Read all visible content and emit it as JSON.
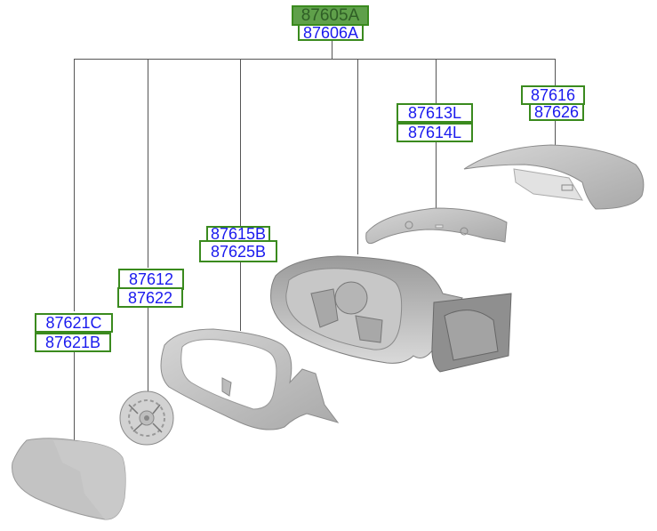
{
  "diagram": {
    "type": "exploded-parts-diagram",
    "subject": "Outside rear view mirror assembly",
    "colors": {
      "label_border": "#3a8a1e",
      "label_text": "#1a1aee",
      "highlight_fill": "#5fa04a",
      "highlight_text": "#2f5e26",
      "leader_line": "#555555",
      "part_fill": "#c8c8c8"
    },
    "assembly": {
      "primary": "87605A",
      "secondary": "87606A"
    },
    "callouts": [
      {
        "id": "mirror-glass",
        "labels": [
          "87621C",
          "87621B"
        ]
      },
      {
        "id": "actuator",
        "labels": [
          "87612",
          "87622"
        ]
      },
      {
        "id": "bezel-frame",
        "labels": [
          "87615B",
          "87625B"
        ]
      },
      {
        "id": "mirror-housing",
        "labels": []
      },
      {
        "id": "side-repeater-lamp",
        "labels": [
          "87613L",
          "87614L"
        ]
      },
      {
        "id": "scalp-cover",
        "labels": [
          "87616",
          "87626"
        ]
      }
    ]
  }
}
